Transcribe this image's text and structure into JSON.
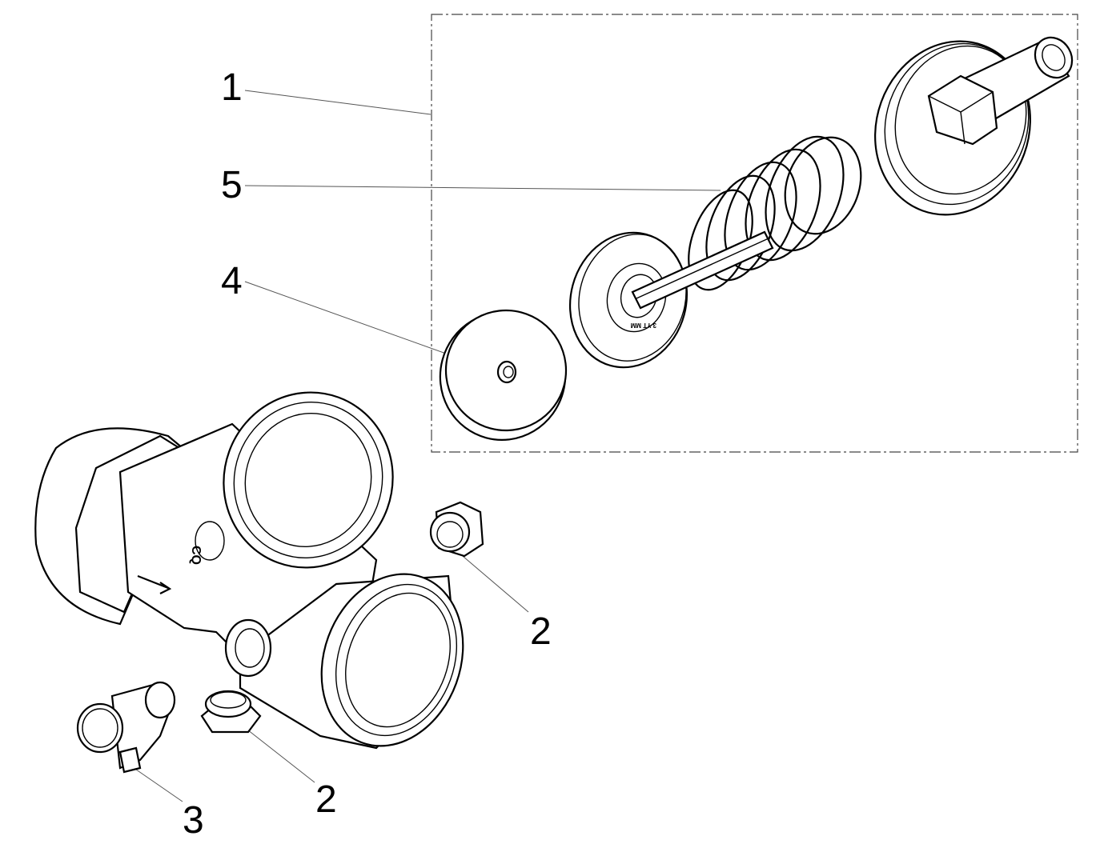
{
  "diagram": {
    "callouts": [
      {
        "id": "1",
        "label": "1"
      },
      {
        "id": "5",
        "label": "5"
      },
      {
        "id": "4",
        "label": "4"
      },
      {
        "id": "2a",
        "label": "2"
      },
      {
        "id": "2b",
        "label": "2"
      },
      {
        "id": "3",
        "label": "3"
      }
    ],
    "part_markings": [
      "3 YT MM",
      "CQ"
    ]
  }
}
